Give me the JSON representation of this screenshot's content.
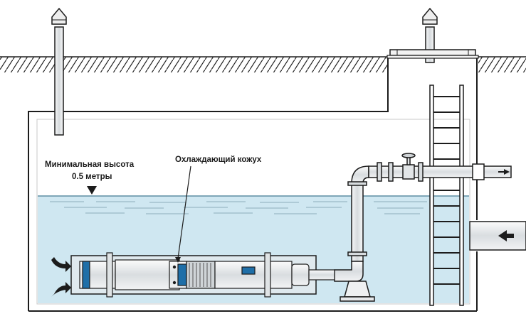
{
  "labels": {
    "min_height_line1": "Минимальная высота",
    "min_height_line2": "0.5 метры",
    "cooling_jacket": "Охлаждающий кожух"
  },
  "colors": {
    "water": "#cfe7f1",
    "water_surface": "#7fa7b8",
    "pipe": "#e4e6e8",
    "pump_accent": "#1f6fa8",
    "outline": "#1c1c1c"
  },
  "icons": {
    "flow_in": "arrow-left-icon",
    "flow_out": "arrow-right-icon"
  }
}
